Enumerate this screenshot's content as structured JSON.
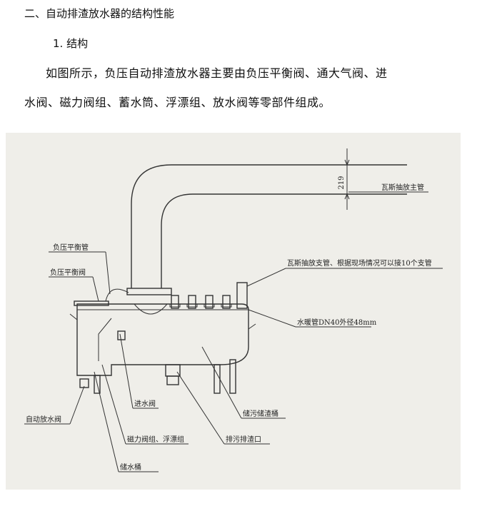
{
  "section_title": "二、自动排渣放水器的结构性能",
  "subsection_title": "1. 结构",
  "paragraph_line1": "如图所示，负压自动排渣放水器主要由负压平衡阀、通大气阀、进",
  "paragraph_line2": "水阀、磁力阀组、蓄水筒、浮漂组、放水阀等零部件组成。",
  "figure": {
    "labels": {
      "dimension": "219",
      "gas_main_pipe": "瓦斯抽放主管",
      "branch_pipe": "瓦斯抽放支管、根据现场情况可以接10个支管",
      "balance_pipe": "负压平衡管",
      "balance_valve": "负压平衡阀",
      "bellows": "水暖管DN40外径48mm",
      "inlet_valve": "进水阀",
      "sewage_tank": "储污储渣桶",
      "auto_drain_valve": "自动放水阀",
      "magnetic_float": "磁力阀组、浮漂组",
      "sewage_outlet": "排污排渣口",
      "water_tank": "储水桶"
    }
  }
}
